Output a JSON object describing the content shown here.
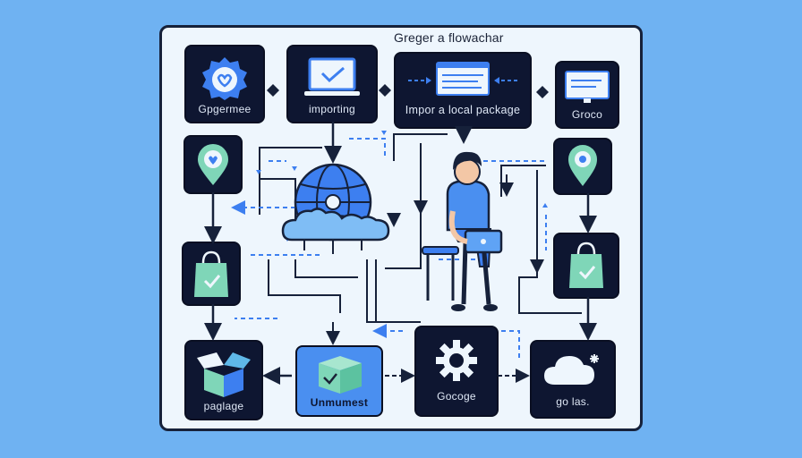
{
  "diagram": {
    "title": "Greger a flowachar",
    "nodes": [
      {
        "id": "n1",
        "label": "Gpgermee",
        "icon": "certificate-heart-icon"
      },
      {
        "id": "n2",
        "label": "importing",
        "icon": "laptop-check-icon"
      },
      {
        "id": "n3",
        "label": "Impor a local package",
        "icon": "browser-window-icon"
      },
      {
        "id": "n4",
        "label": "Groco",
        "icon": "monitor-icon"
      },
      {
        "id": "n5",
        "label": "",
        "icon": "location-pin-heart-icon"
      },
      {
        "id": "n6",
        "label": "",
        "icon": "location-pin-icon"
      },
      {
        "id": "n7",
        "label": "",
        "icon": "shopping-bag-check-icon"
      },
      {
        "id": "n8",
        "label": "",
        "icon": "shopping-bag-check-icon"
      },
      {
        "id": "n9",
        "label": "paglage",
        "icon": "open-box-icon"
      },
      {
        "id": "n10",
        "label": "Unmumest",
        "icon": "closed-box-check-icon"
      },
      {
        "id": "n11",
        "label": "Gocoge",
        "icon": "gear-icon"
      },
      {
        "id": "n12",
        "label": "go las.",
        "icon": "cloud-snow-icon"
      }
    ],
    "center": {
      "icon": "globe-cloud-icon",
      "person": "person-with-laptop-icon"
    }
  },
  "colors": {
    "background": "#6fb2f2",
    "panel": "#eef6fd",
    "node": "#0e1631",
    "accent": "#3d7ff0",
    "mint": "#7fd6b8",
    "outline": "#16213a"
  }
}
